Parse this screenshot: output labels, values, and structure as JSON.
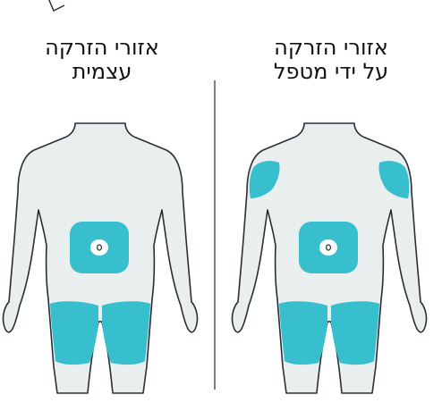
{
  "colors": {
    "body_fill": "#e9eeee",
    "outline": "#2a2f33",
    "zone": "#37bfcd",
    "navel_center": "#ffffff",
    "divider": "#555555"
  },
  "panels": [
    {
      "id": "self",
      "title_line1": "אזורי הזרקה",
      "title_line2": "עצמית",
      "zones": [
        "abdomen",
        "left-thigh",
        "right-thigh"
      ]
    },
    {
      "id": "caregiver",
      "title_line1": "אזורי הזרקה",
      "title_line2": "על ידי מטפל",
      "zones": [
        "abdomen",
        "left-thigh",
        "right-thigh",
        "left-upper-arm",
        "right-upper-arm"
      ]
    }
  ]
}
